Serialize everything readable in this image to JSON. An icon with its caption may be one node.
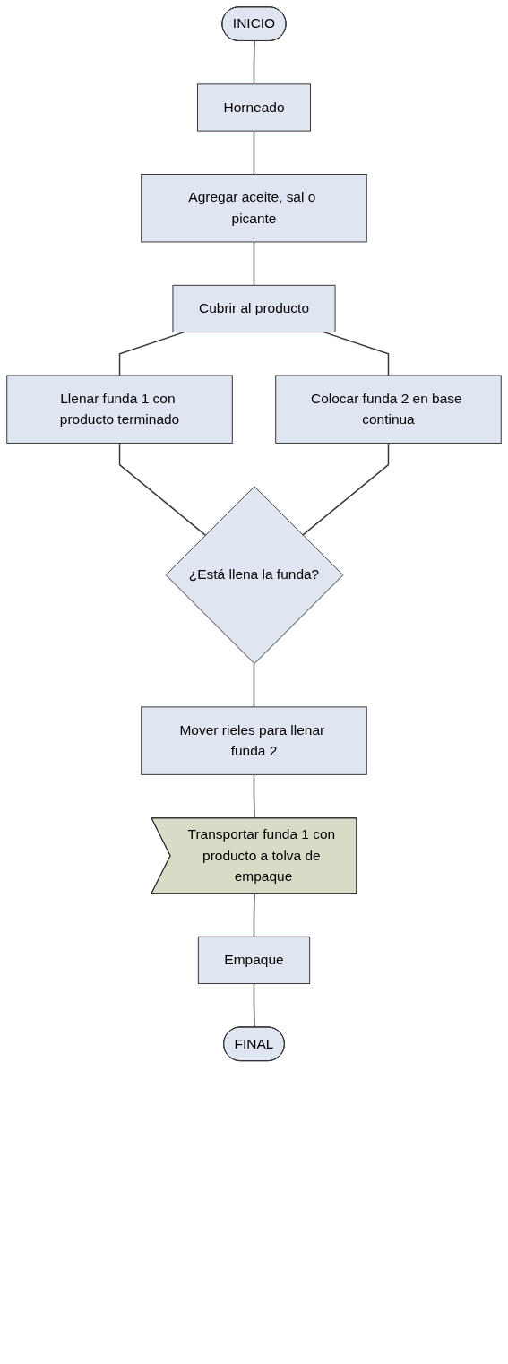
{
  "diagram": {
    "nodes": [
      {
        "text": [
          "INICIO"
        ]
      },
      {
        "text": [
          "Horneado"
        ]
      },
      {
        "text": [
          "Agregar aceite, sal o picante"
        ]
      },
      {
        "text": [
          "Cubrir al producto"
        ]
      },
      {
        "text": [
          "Llenar funda 1 con producto terminado"
        ]
      },
      {
        "text": [
          "Colocar funda 2 en base continua"
        ]
      },
      {
        "text": [
          "¿Está llena la funda?"
        ]
      },
      {
        "text": [
          "Mover rieles para llenar funda 2"
        ]
      },
      {
        "text": [
          "Transportar funda 1 con producto a tolva de empaque"
        ]
      },
      {
        "text": [
          "Empaque"
        ]
      },
      {
        "text": [
          "FINAL"
        ]
      }
    ],
    "edges": [
      {
        "from": 0,
        "to": 1,
        "arrow": "none"
      },
      {
        "from": 1,
        "to": 2,
        "arrow": "none"
      },
      {
        "from": 2,
        "to": 3,
        "arrow": "none"
      },
      {
        "from": 3,
        "to": 4,
        "arrow": "none"
      },
      {
        "from": 3,
        "to": 5,
        "arrow": "none"
      },
      {
        "from": 4,
        "to": 6,
        "arrow": "none"
      },
      {
        "from": 5,
        "to": 6,
        "arrow": "none"
      },
      {
        "from": 6,
        "to": 7,
        "arrow": "none"
      },
      {
        "from": 7,
        "to": 8,
        "arrow": "none"
      },
      {
        "from": 8,
        "to": 9,
        "arrow": "none"
      },
      {
        "from": 9,
        "to": 10,
        "arrow": "none"
      }
    ]
  }
}
